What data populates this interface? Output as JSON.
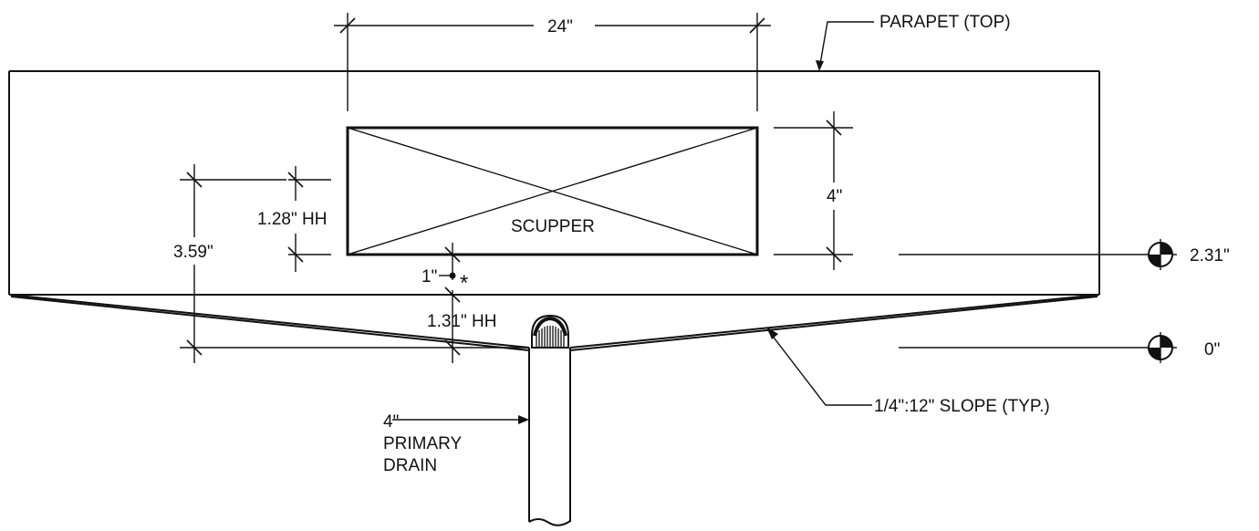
{
  "labels": {
    "parapet": "PARAPET (TOP)",
    "width_dim": "24\"",
    "height_dim": "4\"",
    "scupper": "SCUPPER",
    "hh_top": "1.28\" HH",
    "total_dim": "3.59\"",
    "offset_dim": "1\"",
    "hh_bottom": "1.31\" HH",
    "elev_upper": "2.31\"",
    "elev_lower": "0\"",
    "slope": "1/4\":12\" SLOPE (TYP.)",
    "drain_line1": "4\"",
    "drain_line2": "PRIMARY",
    "drain_line3": "DRAIN",
    "marker": "*"
  },
  "colors": {
    "line": "#111111",
    "background": "#ffffff"
  },
  "icons": {
    "elevation_marker": "elevation-target-icon",
    "drain_dome": "drain-strainer-icon"
  }
}
